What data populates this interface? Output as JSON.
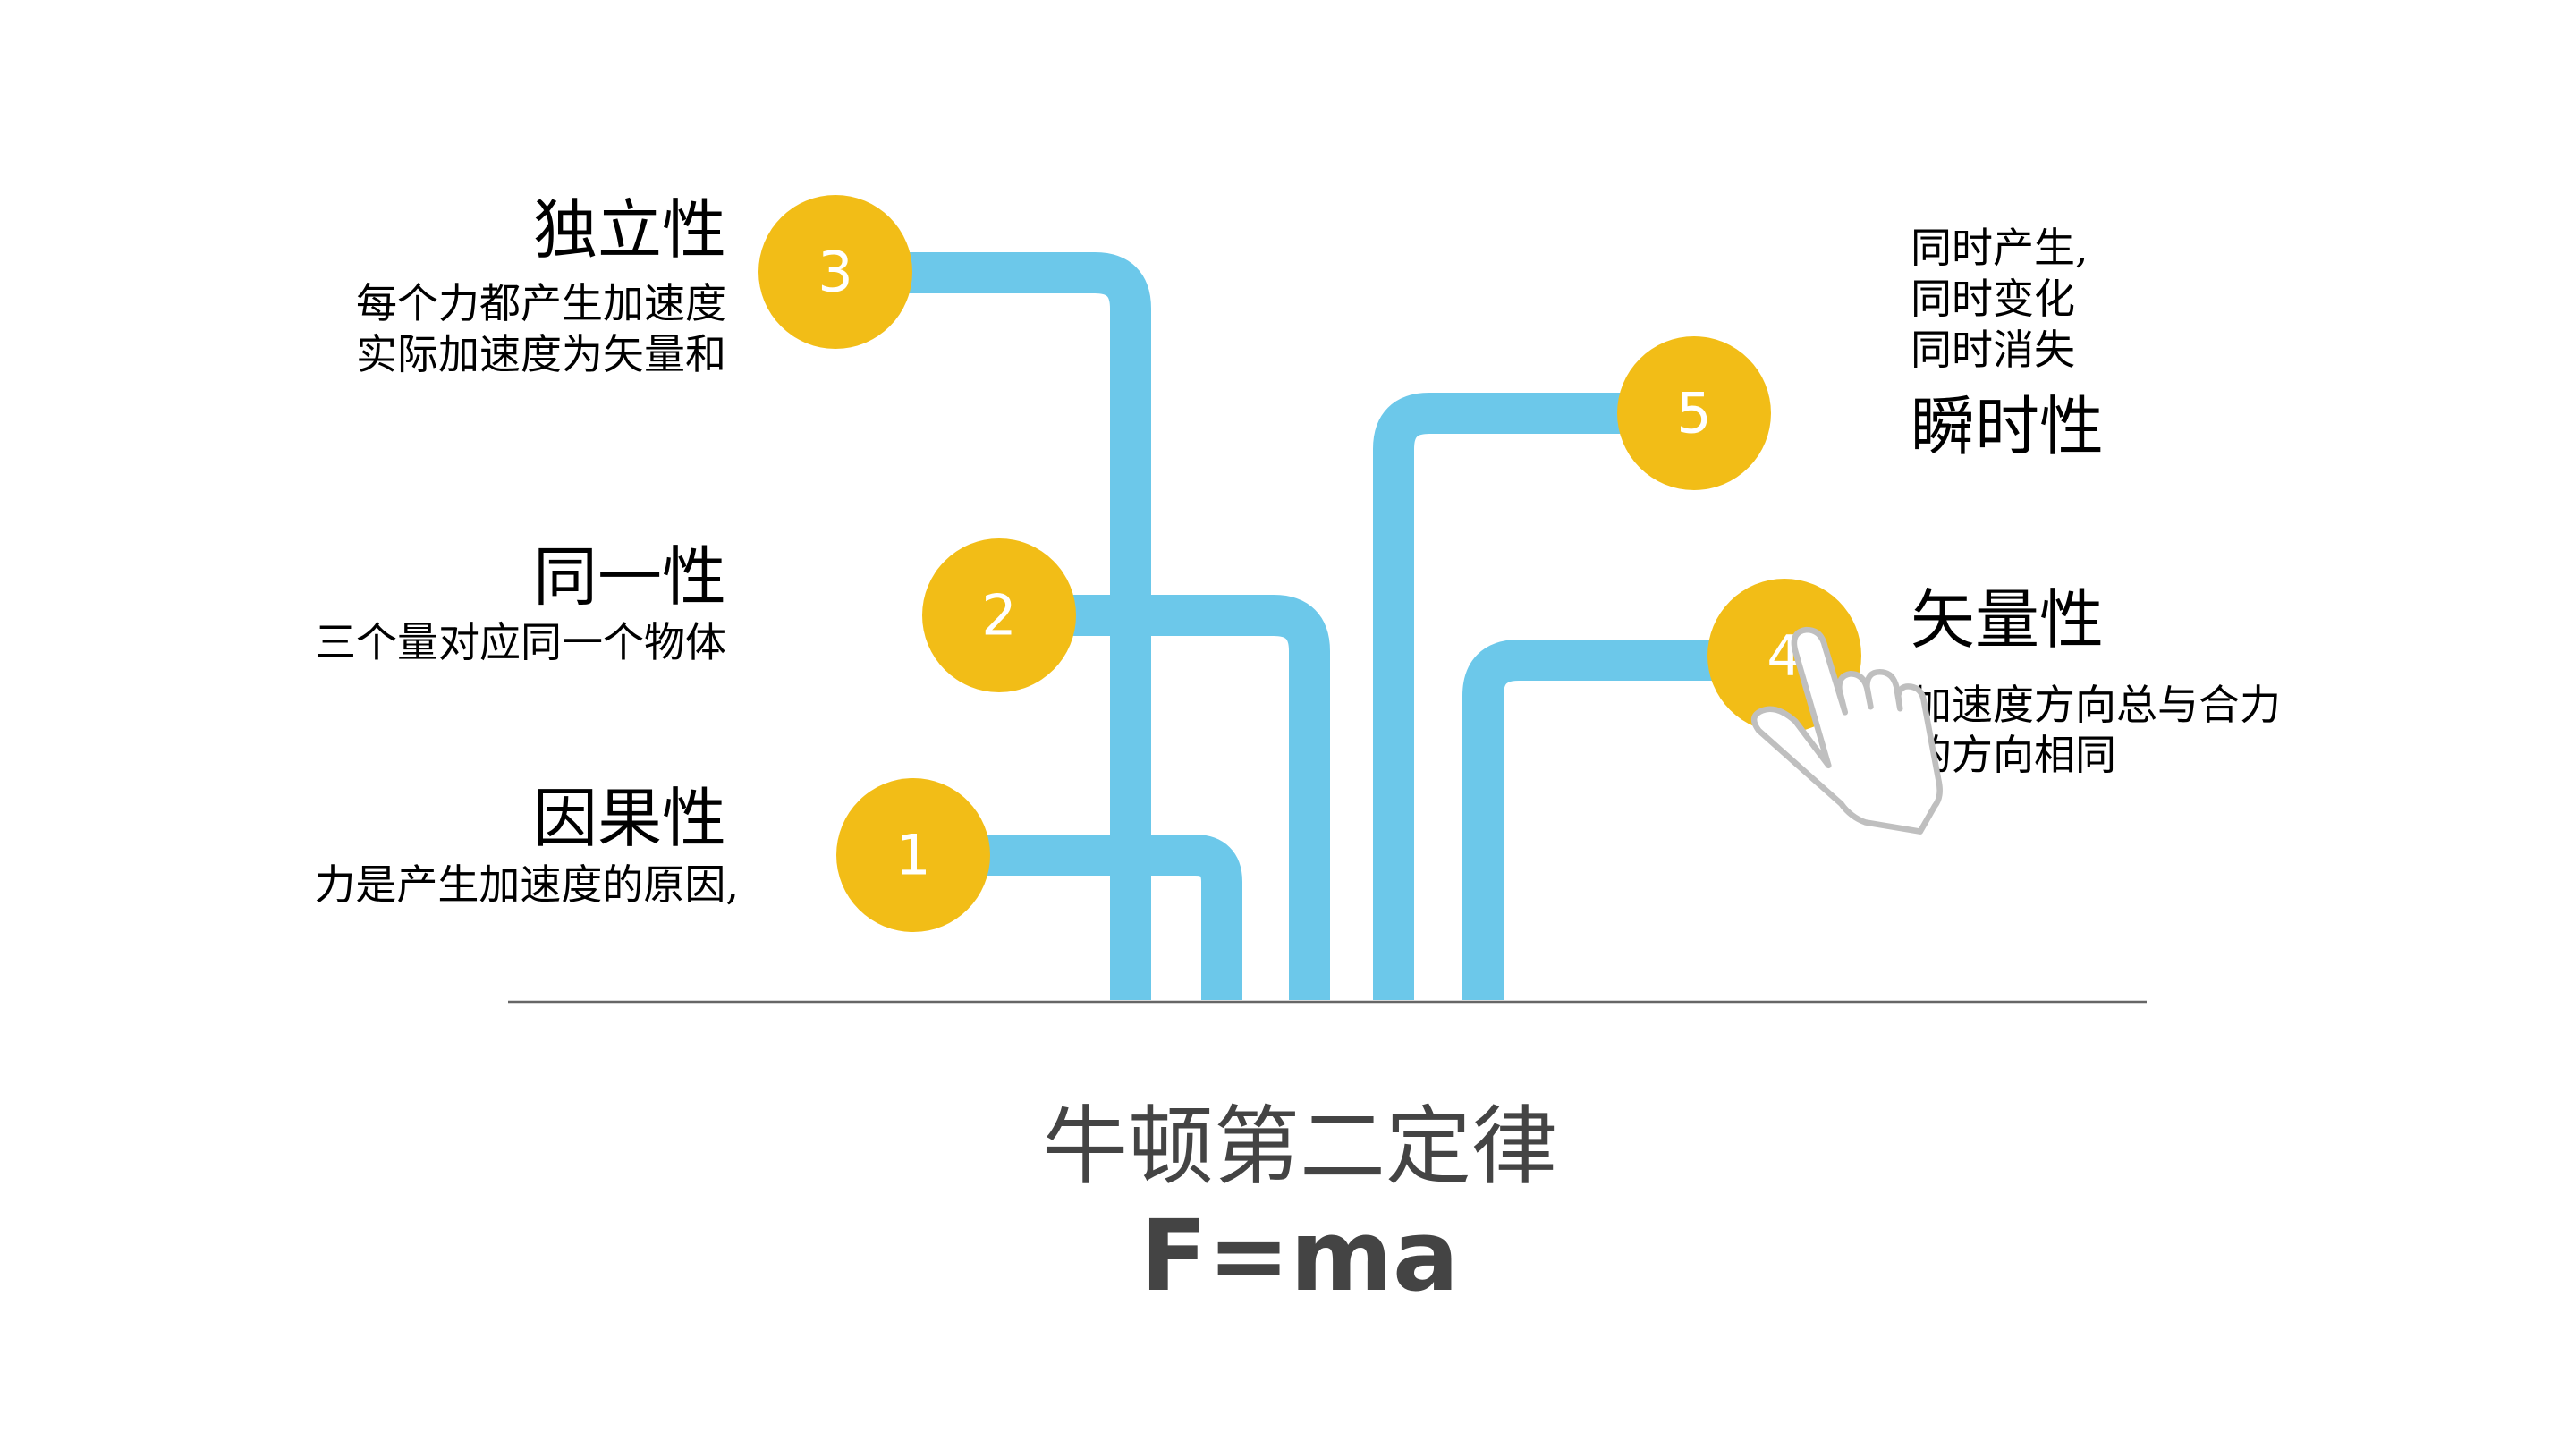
{
  "colors": {
    "pipe": "#6CC8EA",
    "circle": "#F2BD17",
    "circle_text": "#FFFFFF",
    "title_text": "#000000",
    "desc_text": "#000000",
    "footer_text": "#444444",
    "baseline": "#666666",
    "hand_fill": "#FFFFFF",
    "hand_stroke": "#BFBFBF"
  },
  "items": {
    "independence": {
      "number": "3",
      "title": "独立性",
      "desc": [
        "每个力都产生加速度",
        "实际加速度为矢量和"
      ]
    },
    "identity": {
      "number": "2",
      "title": "同一性",
      "desc": [
        "三个量对应同一个物体"
      ]
    },
    "causality": {
      "number": "1",
      "title": "因果性",
      "desc": [
        "力是产生加速度的原因,"
      ]
    },
    "instantaneity": {
      "number": "5",
      "title": "瞬时性",
      "desc": [
        "同时产生,",
        "同时变化",
        "同时消失"
      ]
    },
    "vector": {
      "number": "4",
      "title": "矢量性",
      "desc": [
        "加速度方向总与合力",
        "的方向相同"
      ]
    }
  },
  "footer": {
    "title": "牛顿第二定律",
    "formula": "F=ma"
  },
  "icons": {
    "hand": "pointing-hand-icon"
  }
}
